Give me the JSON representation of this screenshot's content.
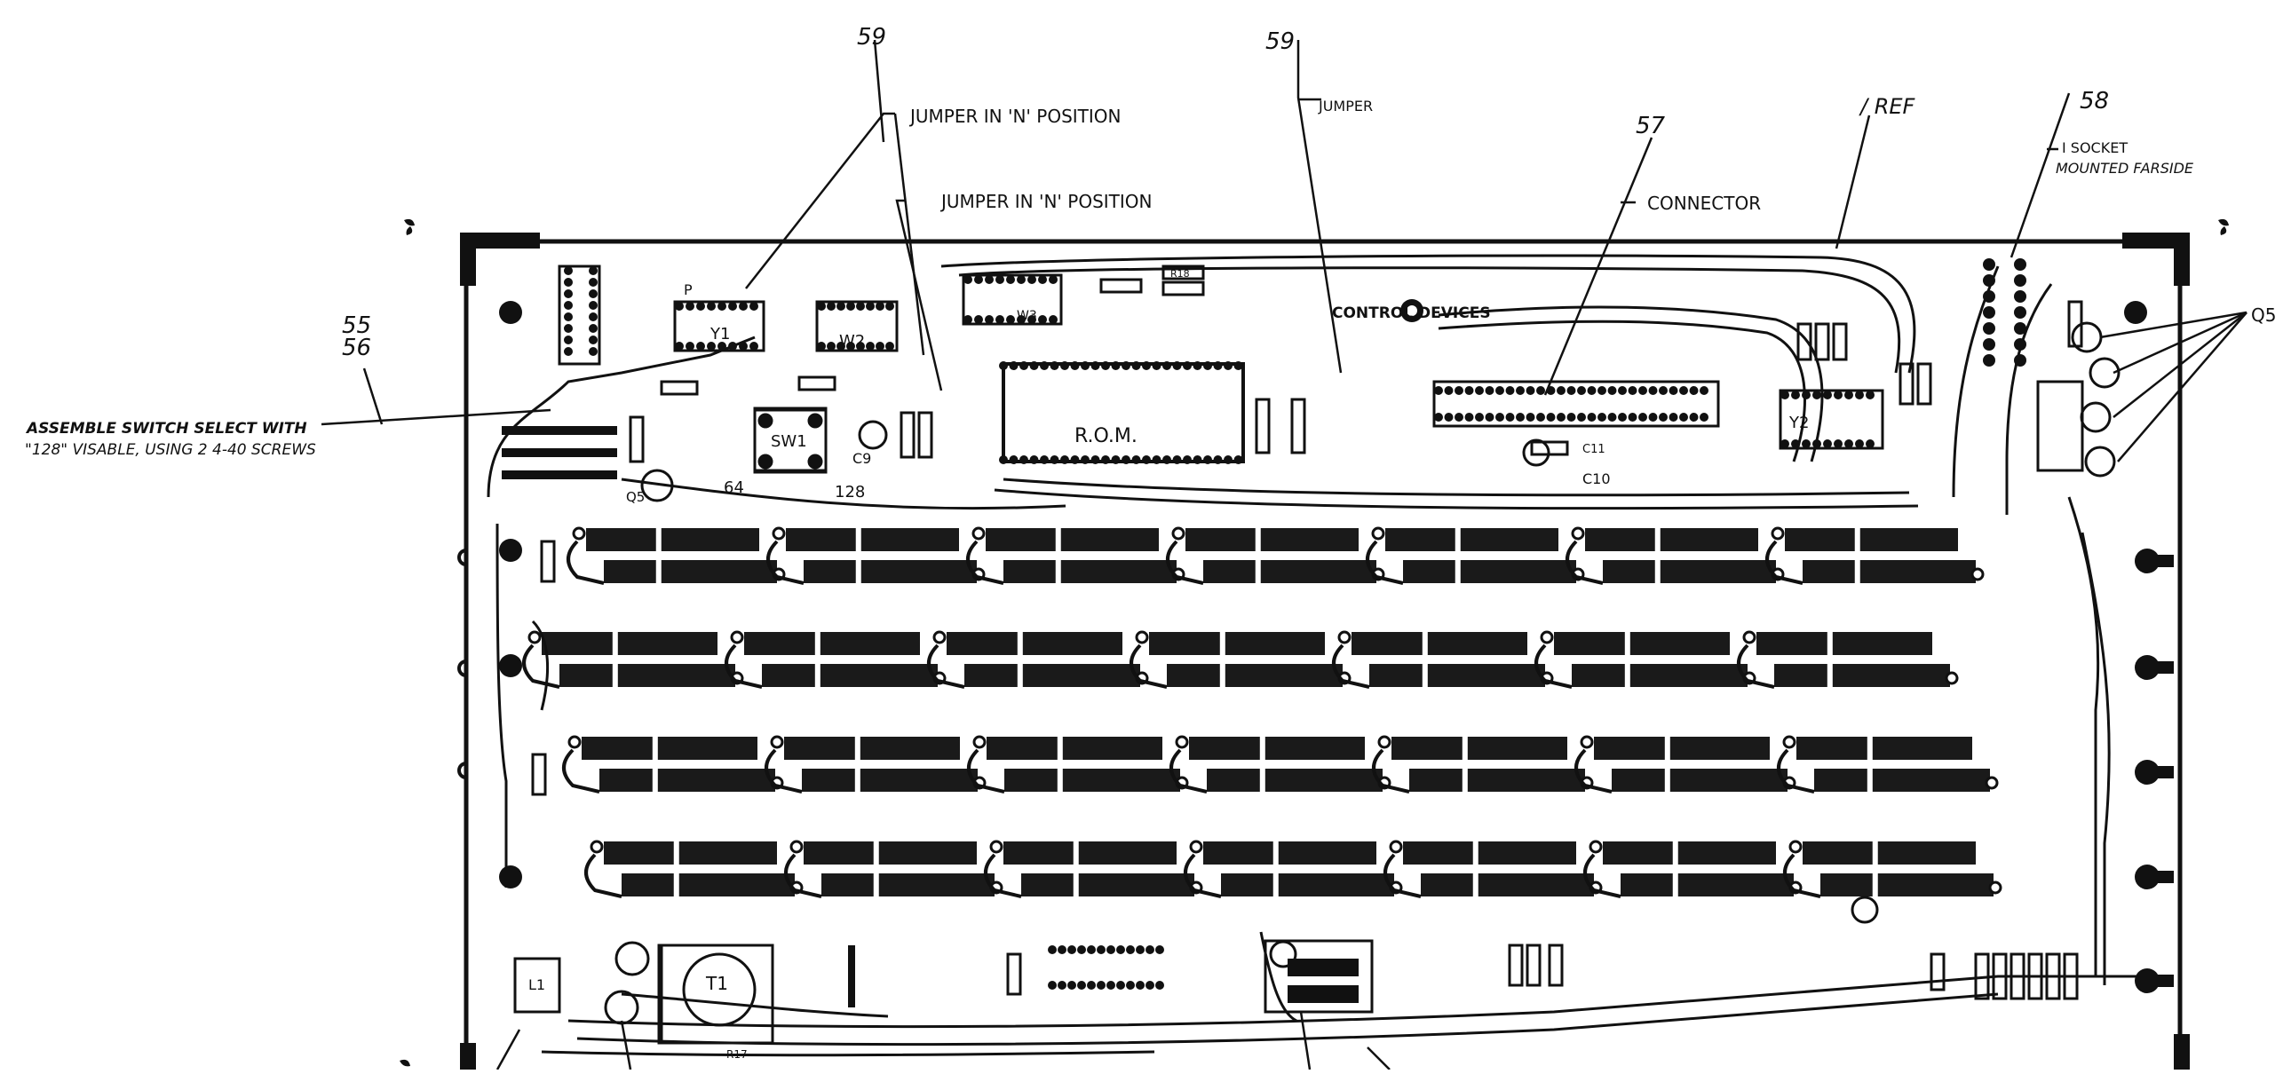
{
  "callouts": {
    "num_59_a": "59",
    "num_59_b": "59",
    "num_57": "57",
    "num_58": "58",
    "num_55": "55",
    "num_56": "56",
    "ref": "/ REF",
    "jumper_n_1": "JUMPER IN 'N' POSITION",
    "jumper_n_2": "JUMPER IN 'N' POSITION",
    "jumper": "JUMPER",
    "connector": "CONNECTOR",
    "socket_line1": "I SOCKET",
    "socket_line2": "MOUNTED FARSIDE",
    "q5": "Q5",
    "note_line1": "ASSEMBLE SWITCH SELECT WITH",
    "note_line2": "\"128\" VISABLE, USING 2 4-40 SCREWS"
  },
  "board": {
    "rom_label": "R.O.M.",
    "brand": "CONTROL DEVICES",
    "sw1": "SW1",
    "c9": "C9",
    "num_64": "64",
    "num_128": "128",
    "c10": "C10",
    "c11": "C11",
    "y1": "Y1",
    "w2": "W2",
    "w3": "W3",
    "y2": "Y2",
    "t1": "T1",
    "l1": "L1",
    "q5_small": "Q5",
    "r18": "R18",
    "r17": "R17",
    "p": "P"
  }
}
